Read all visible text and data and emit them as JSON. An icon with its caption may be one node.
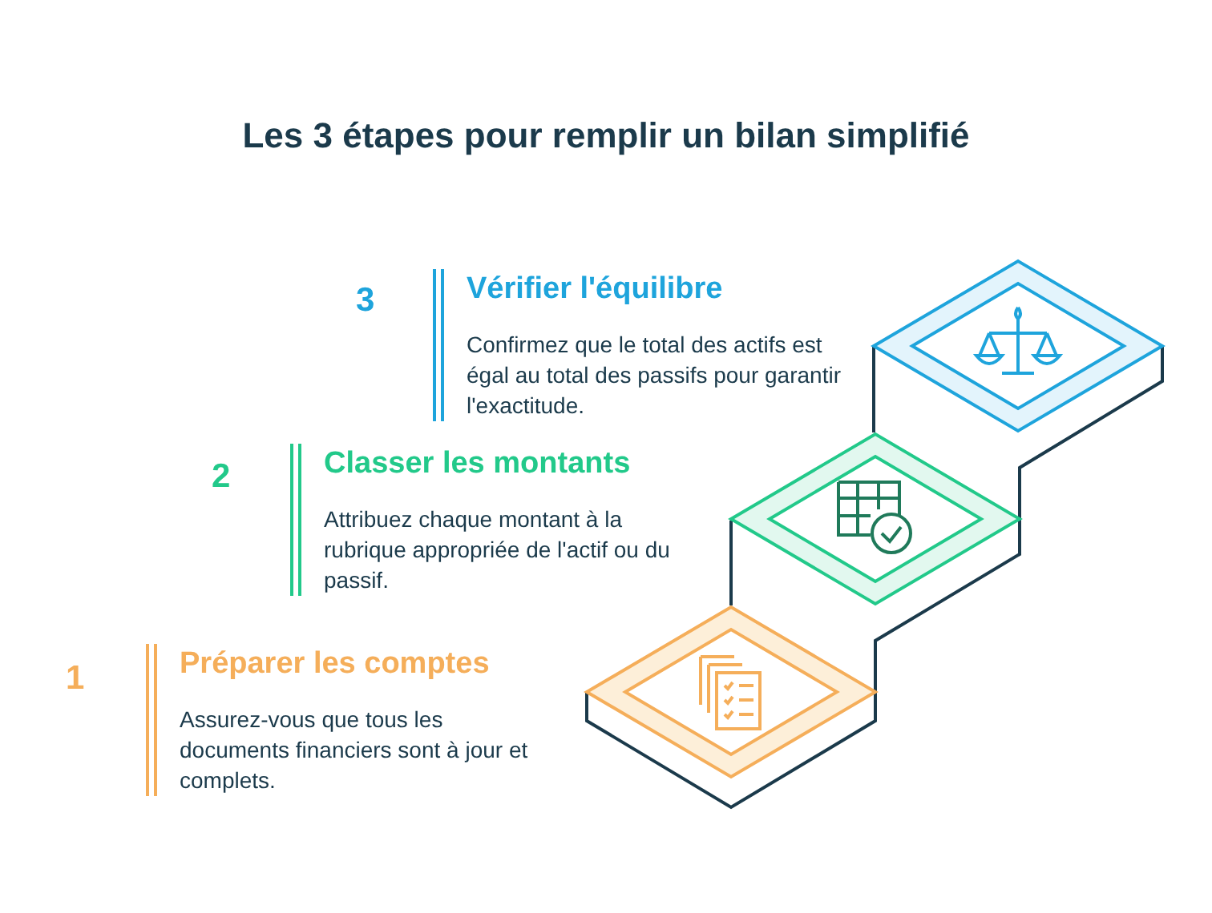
{
  "diagram": {
    "title": "Les 3 étapes pour remplir un bilan simplifié",
    "nodes": [
      {
        "text": [
          "Vérifier l'équilibre",
          "Confirmez que le total des actifs est égal au total des passifs pour garantir l'exactitude."
        ],
        "beside": [
          "3"
        ]
      },
      {
        "text": [
          "Classer les montants",
          "Attribuez chaque montant à la rubrique appropriée de l'actif ou du passif."
        ],
        "beside": [
          "2"
        ]
      },
      {
        "text": [
          "Préparer les comptes",
          "Assurez-vous que tous les documents financiers sont à jour et complets."
        ],
        "beside": [
          "1"
        ]
      }
    ]
  }
}
